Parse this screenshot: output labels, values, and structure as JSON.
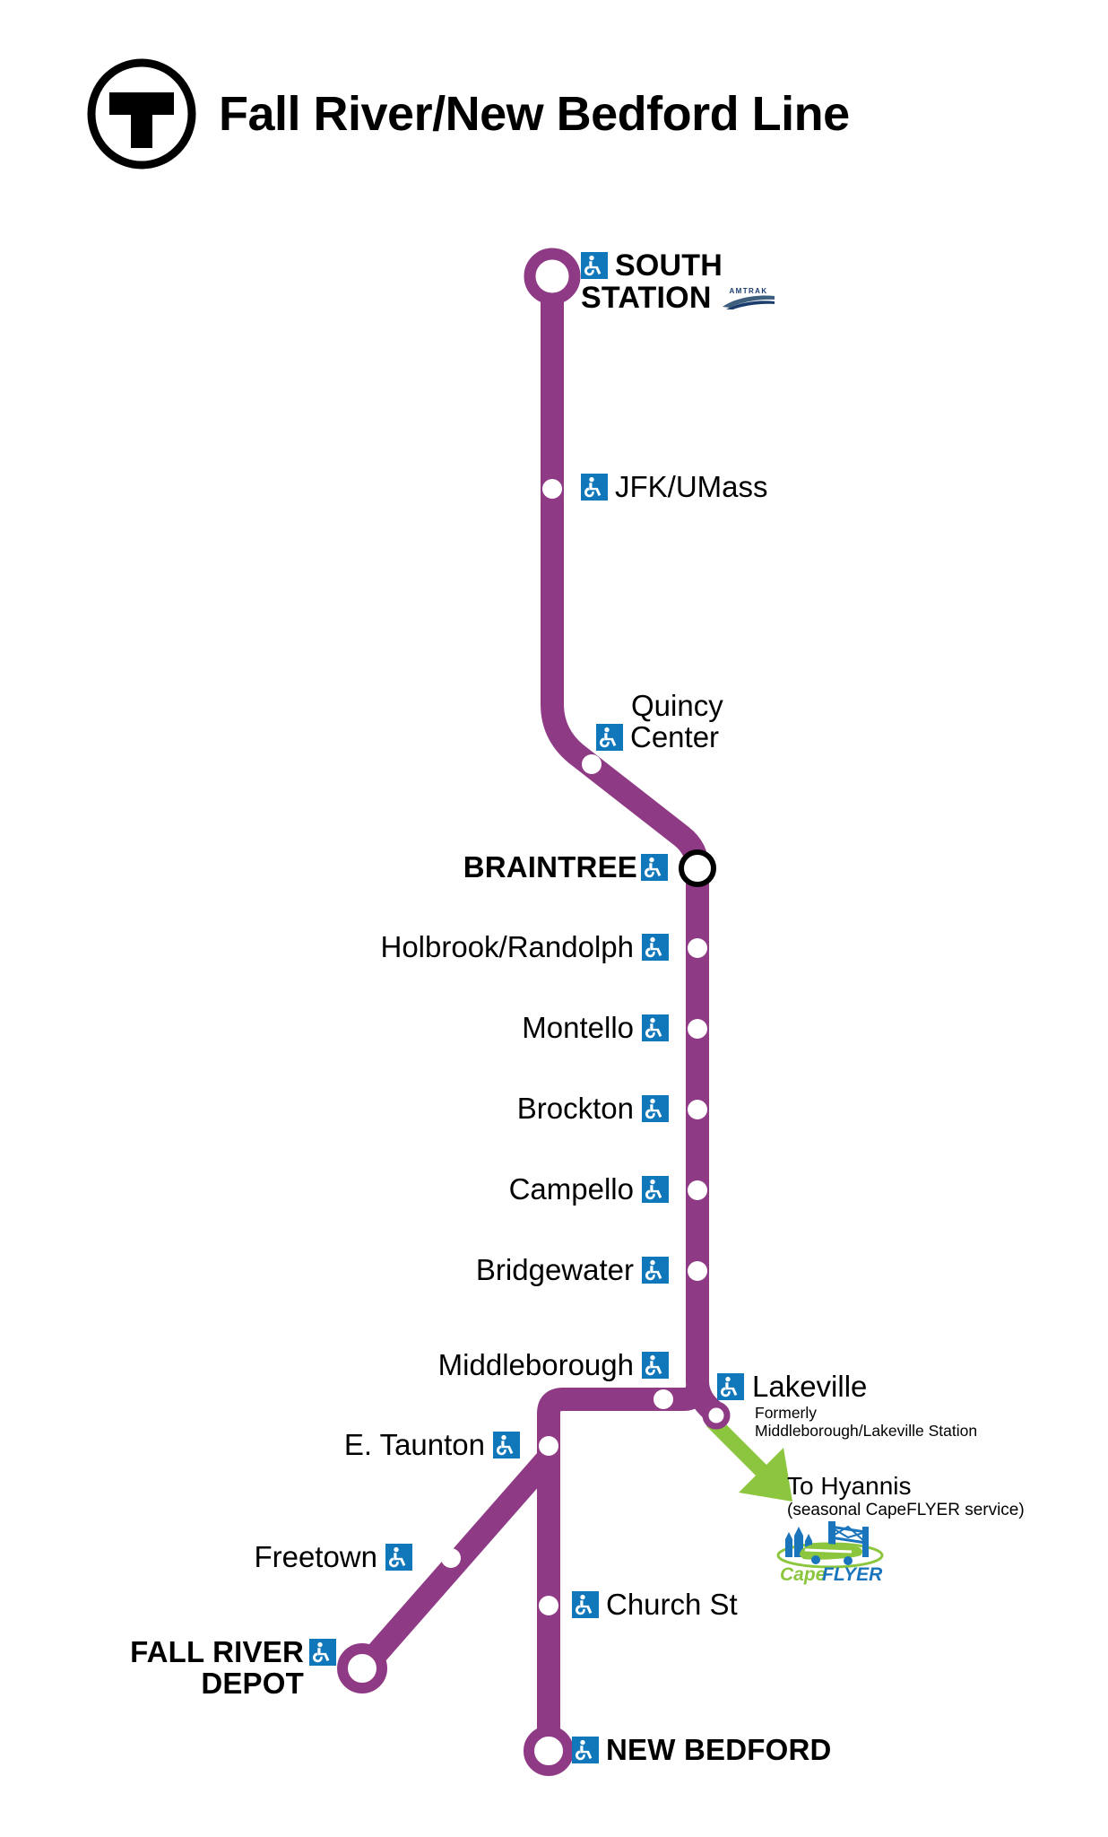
{
  "header": {
    "logo_icon": "mbta-t-logo",
    "title": "Fall River/New Bedford Line"
  },
  "colors": {
    "line": "#8F3A84",
    "accessible_blue": "#1177BB",
    "capeflyer_green": "#8CC63E",
    "capeflyer_blue": "#1B75BC",
    "text": "#000000",
    "background": "#FFFFFF"
  },
  "legend": {
    "accessible_icon": "wheelchair-accessible-icon",
    "amtrak_icon": "amtrak-logo",
    "capeflyer_icon": "capeflyer-logo"
  },
  "stations": [
    {
      "id": "south-station",
      "name": "SOUTH STATION",
      "name_line1": "SOUTH",
      "name_line2": "STATION",
      "style": "terminal",
      "emphasis": "bold",
      "accessible": true,
      "amtrak": true,
      "label_side": "right"
    },
    {
      "id": "jfk-umass",
      "name": "JFK/UMass",
      "style": "stop",
      "emphasis": "regular",
      "accessible": true,
      "amtrak": false,
      "label_side": "right"
    },
    {
      "id": "quincy-center",
      "name": "Quincy Center",
      "name_line1": "Quincy",
      "name_line2": "Center",
      "style": "stop",
      "emphasis": "regular",
      "accessible": true,
      "amtrak": false,
      "label_side": "right"
    },
    {
      "id": "braintree",
      "name": "BRAINTREE",
      "style": "major",
      "emphasis": "bold",
      "accessible": true,
      "amtrak": false,
      "label_side": "left"
    },
    {
      "id": "holbrook-randolph",
      "name": "Holbrook/Randolph",
      "style": "stop",
      "emphasis": "regular",
      "accessible": true,
      "amtrak": false,
      "label_side": "left"
    },
    {
      "id": "montello",
      "name": "Montello",
      "style": "stop",
      "emphasis": "regular",
      "accessible": true,
      "amtrak": false,
      "label_side": "left"
    },
    {
      "id": "brockton",
      "name": "Brockton",
      "style": "stop",
      "emphasis": "regular",
      "accessible": true,
      "amtrak": false,
      "label_side": "left"
    },
    {
      "id": "campello",
      "name": "Campello",
      "style": "stop",
      "emphasis": "regular",
      "accessible": true,
      "amtrak": false,
      "label_side": "left"
    },
    {
      "id": "bridgewater",
      "name": "Bridgewater",
      "style": "stop",
      "emphasis": "regular",
      "accessible": true,
      "amtrak": false,
      "label_side": "left"
    },
    {
      "id": "middleborough",
      "name": "Middleborough",
      "style": "stop",
      "emphasis": "regular",
      "accessible": true,
      "amtrak": false,
      "label_side": "left"
    },
    {
      "id": "lakeville",
      "name": "Lakeville",
      "subtitle_line1": "Formerly",
      "subtitle_line2": "Middleborough/Lakeville Station",
      "style": "stop-ring",
      "emphasis": "regular",
      "accessible": true,
      "amtrak": false,
      "label_side": "right"
    },
    {
      "id": "e-taunton",
      "name": "E. Taunton",
      "style": "stop",
      "emphasis": "regular",
      "accessible": true,
      "amtrak": false,
      "label_side": "left"
    },
    {
      "id": "freetown",
      "name": "Freetown",
      "style": "stop",
      "emphasis": "regular",
      "accessible": true,
      "amtrak": false,
      "label_side": "left"
    },
    {
      "id": "fall-river-depot",
      "name": "FALL RIVER DEPOT",
      "name_line1": "FALL RIVER",
      "name_line2": "DEPOT",
      "style": "terminal",
      "emphasis": "bold",
      "accessible": true,
      "amtrak": false,
      "label_side": "left"
    },
    {
      "id": "church-st",
      "name": "Church St",
      "style": "stop",
      "emphasis": "regular",
      "accessible": true,
      "amtrak": false,
      "label_side": "right"
    },
    {
      "id": "new-bedford",
      "name": "NEW BEDFORD",
      "style": "terminal",
      "emphasis": "bold",
      "accessible": true,
      "amtrak": false,
      "label_side": "right"
    }
  ],
  "connections": {
    "hyannis": {
      "title": "To Hyannis",
      "subtitle": "(seasonal CapeFLYER service)",
      "logo_text_1": "Cape",
      "logo_text_2": "FLYER",
      "arrow_icon": "green-arrow-icon"
    }
  }
}
